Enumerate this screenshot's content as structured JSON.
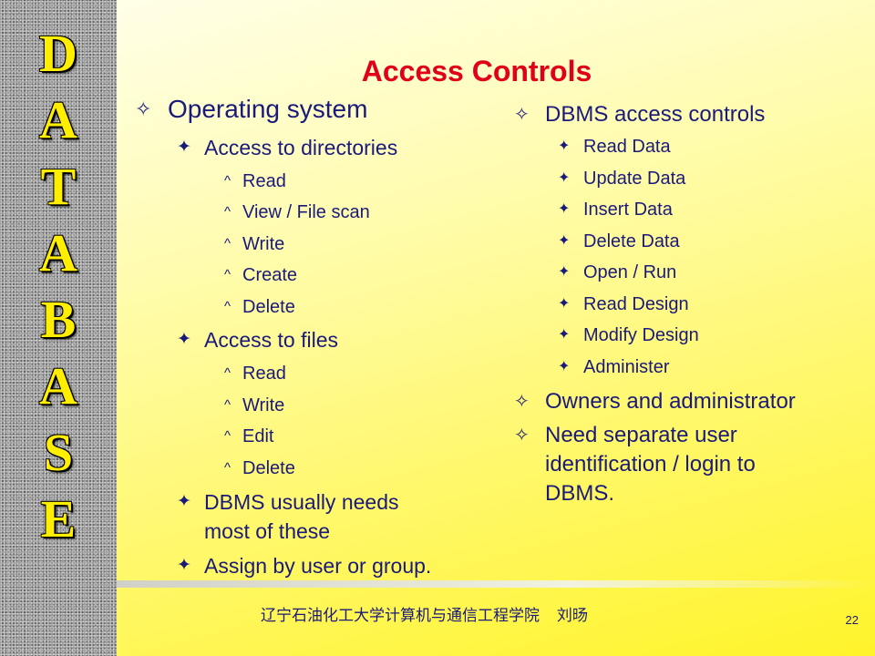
{
  "sidebar": {
    "letters": [
      "D",
      "A",
      "T",
      "A",
      "B",
      "A",
      "S",
      "E"
    ]
  },
  "slide": {
    "title": "Access Controls",
    "left": {
      "heading": "Operating system",
      "items": [
        {
          "text": "Access to directories",
          "level": 2
        },
        {
          "text": "Read",
          "level": 3
        },
        {
          "text": "View / File scan",
          "level": 3
        },
        {
          "text": "Write",
          "level": 3
        },
        {
          "text": "Create",
          "level": 3
        },
        {
          "text": "Delete",
          "level": 3
        },
        {
          "text": "Access to files",
          "level": 2
        },
        {
          "text": "Read",
          "level": 3
        },
        {
          "text": "Write",
          "level": 3
        },
        {
          "text": "Edit",
          "level": 3
        },
        {
          "text": "Delete",
          "level": 3
        },
        {
          "text": "DBMS usually needs",
          "level": 2
        },
        {
          "text": "most of these",
          "level": 2,
          "continuation": true
        },
        {
          "text": "Assign by user or group.",
          "level": 2
        }
      ]
    },
    "right": {
      "heading": "DBMS access controls",
      "items": [
        {
          "text": "Read Data",
          "level": 2
        },
        {
          "text": "Update Data",
          "level": 2
        },
        {
          "text": "Insert Data",
          "level": 2
        },
        {
          "text": "Delete Data",
          "level": 2
        },
        {
          "text": "Open / Run",
          "level": 2
        },
        {
          "text": "Read Design",
          "level": 2
        },
        {
          "text": "Modify Design",
          "level": 2
        },
        {
          "text": "Administer",
          "level": 2
        }
      ],
      "extra": [
        {
          "text": "Owners and administrator"
        },
        {
          "text": "Need separate user"
        },
        {
          "text": "identification / login to",
          "continuation": true
        },
        {
          "text": "DBMS.",
          "continuation": true
        }
      ]
    },
    "footer": "辽宁石油化工大学计算机与通信工程学院    刘旸",
    "page_number": "22"
  },
  "icons": {
    "level1": "four-point-star-outline-icon",
    "level2": "four-point-star-icon",
    "level3": "caret-up-icon"
  },
  "colors": {
    "title": "#e1001a",
    "text": "#1a1a7a",
    "side_letters": "#ffee00",
    "background_top": "#ffffee",
    "background_bottom": "#fff42a"
  }
}
